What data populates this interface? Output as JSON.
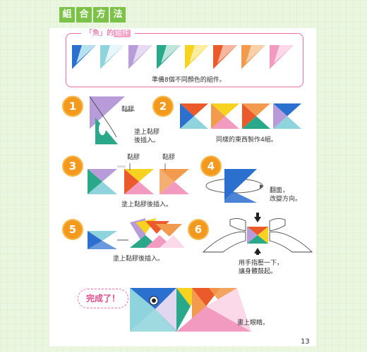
{
  "header": {
    "title_chars": [
      "組",
      "合",
      "方",
      "法"
    ]
  },
  "parts": {
    "title_prefix": "「魚」的",
    "title_highlight": "組件",
    "caption": "準備8個不同顏色的組件。",
    "colors": [
      [
        "#2b6fcf",
        "#b7e1ee"
      ],
      [
        "#8fd3dc",
        "#e8f5fa"
      ],
      [
        "#b79cd9",
        "#e6dbf2"
      ],
      [
        "#2aa98a",
        "#bfe6dc"
      ],
      [
        "#f7d21e",
        "#fbeea0"
      ],
      [
        "#ea5a2a",
        "#f6b79f"
      ],
      [
        "#f29a4d",
        "#f8d1a8"
      ],
      [
        "#f29ac0",
        "#fbd9e8"
      ]
    ]
  },
  "steps": {
    "s1": {
      "num": "1",
      "glue": "黏膠",
      "note": "塗上黏膠\n後插入。"
    },
    "s2": {
      "num": "2",
      "note": "同樣的東西製作4組。"
    },
    "s3": {
      "num": "3",
      "glue_a": "黏膠",
      "glue_b": "黏膠",
      "note": "塗上黏膠後插入。"
    },
    "s4": {
      "num": "4",
      "note": "翻面，\n改變方向。"
    },
    "s5": {
      "num": "5",
      "note": "塗上黏膠後插入。"
    },
    "s6": {
      "num": "6",
      "note": "用手指壓一下，\n讓身體鼓起。"
    }
  },
  "finish": {
    "bubble": "完成了！",
    "note": "畫上眼睛。"
  },
  "page_number": "13",
  "colors": {
    "green": "#7cc249",
    "orange": "#f39a1e",
    "pink": "#ef6fa4"
  }
}
